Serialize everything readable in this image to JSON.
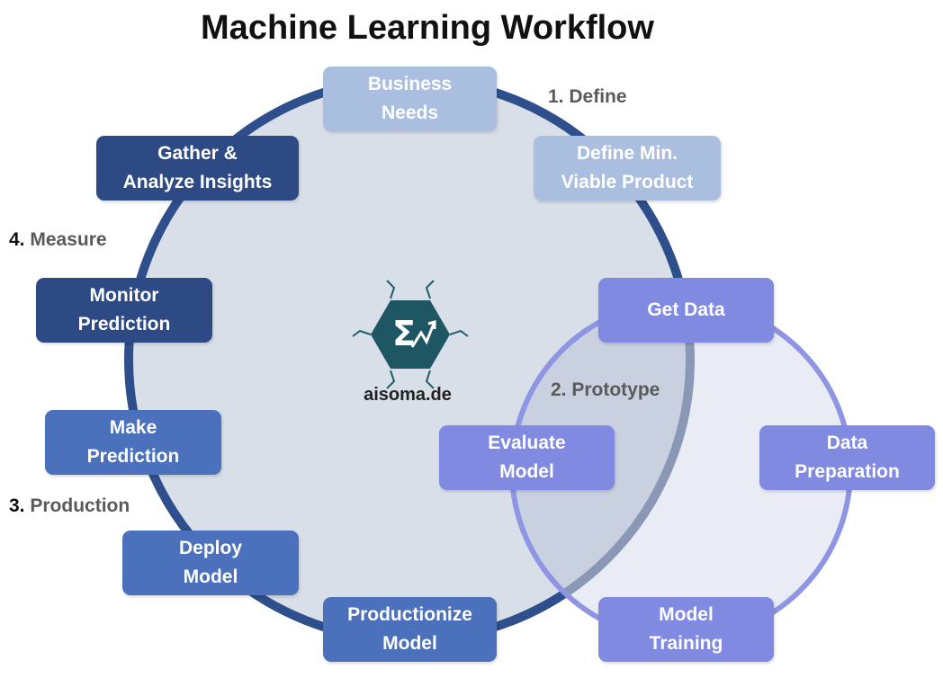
{
  "title": "Machine Learning Workflow",
  "brand": {
    "text": "aisoma.de"
  },
  "phases": {
    "define": {
      "num": "1.",
      "label": "Define"
    },
    "prototype": {
      "num": "2.",
      "label": "Prototype"
    },
    "production": {
      "num": "3.",
      "label": "Production"
    },
    "measure": {
      "num": "4.",
      "label": "Measure"
    }
  },
  "nodes": {
    "business_needs": "Business\nNeeds",
    "define_mvp": "Define Min.\nViable Product",
    "gather_insights": "Gather &\nAnalyze Insights",
    "monitor_prediction": "Monitor\nPrediction",
    "make_prediction": "Make\nPrediction",
    "deploy_model": "Deploy\nModel",
    "productionize_model": "Productionize\nModel",
    "get_data": "Get Data",
    "data_preparation": "Data\nPreparation",
    "model_training": "Model\nTraining",
    "evaluate_model": "Evaluate\nModel"
  },
  "colors": {
    "outer_ring": "#2e4f8c",
    "outer_fill": "#d9dfe9",
    "inner_ring": "#8e95e2",
    "light_node": "#aabfe0",
    "dark_node": "#2e4a84",
    "mid_node": "#4b70bc",
    "prototype_node": "#7f8ae0"
  }
}
